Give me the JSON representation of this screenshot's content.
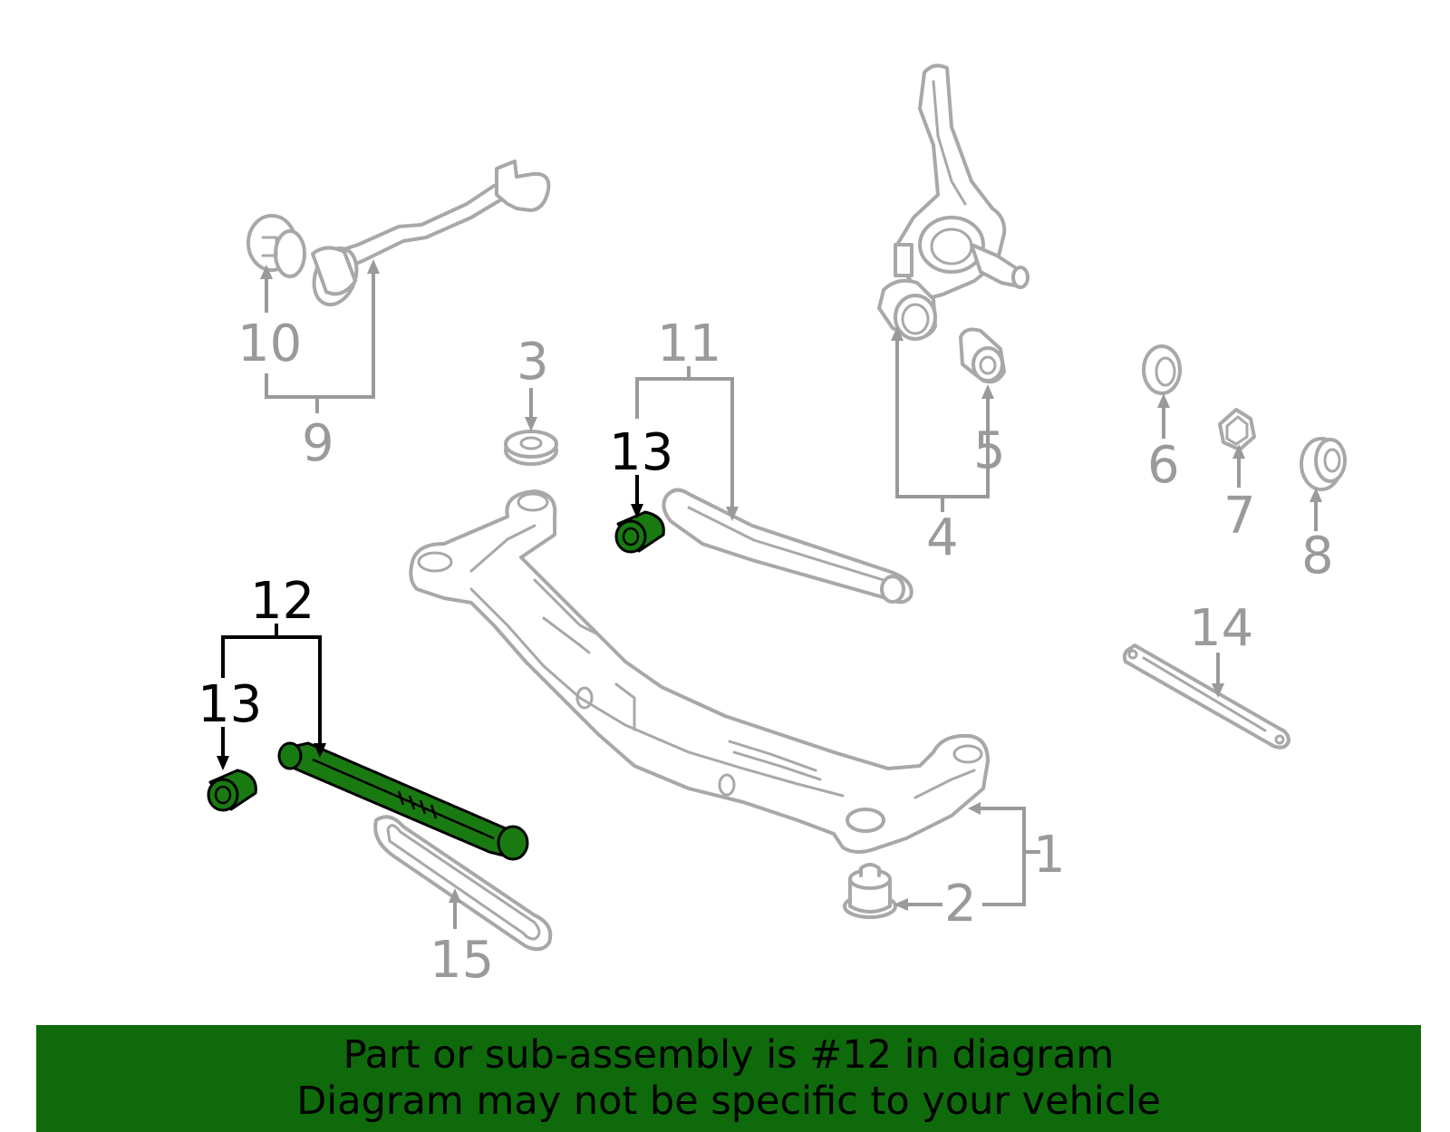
{
  "diagram": {
    "highlight_color": "#1a7a12",
    "callouts": [
      {
        "id": "1",
        "label": "1",
        "highlighted": false
      },
      {
        "id": "2",
        "label": "2",
        "highlighted": false
      },
      {
        "id": "3",
        "label": "3",
        "highlighted": false
      },
      {
        "id": "4",
        "label": "4",
        "highlighted": false
      },
      {
        "id": "5",
        "label": "5",
        "highlighted": false
      },
      {
        "id": "6",
        "label": "6",
        "highlighted": false
      },
      {
        "id": "7",
        "label": "7",
        "highlighted": false
      },
      {
        "id": "8",
        "label": "8",
        "highlighted": false
      },
      {
        "id": "9",
        "label": "9",
        "highlighted": false
      },
      {
        "id": "10",
        "label": "10",
        "highlighted": false
      },
      {
        "id": "11",
        "label": "11",
        "highlighted": false
      },
      {
        "id": "12",
        "label": "12",
        "highlighted": true
      },
      {
        "id": "13a",
        "label": "13",
        "highlighted": true
      },
      {
        "id": "13b",
        "label": "13",
        "highlighted": true
      },
      {
        "id": "14",
        "label": "14",
        "highlighted": false
      },
      {
        "id": "15",
        "label": "15",
        "highlighted": false
      }
    ]
  },
  "banner": {
    "line1": "Part or sub-assembly is #12 in diagram",
    "line2": "Diagram may not be specific to your vehicle",
    "background": "#0f6a0c"
  }
}
